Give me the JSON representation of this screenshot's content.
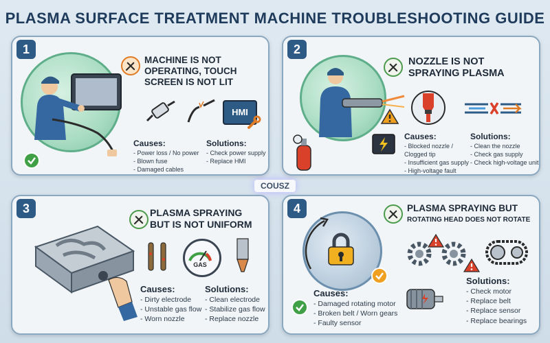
{
  "title": "PLASMA SURFACE TREATMENT MACHINE TROUBLESHOOTING GUIDE",
  "brand": "COUSZ",
  "cards": [
    {
      "number": "1",
      "heading_lines": [
        "MACHINE IS NOT",
        "OPERATING, TOUCH",
        "SCREEN IS NOT LIT"
      ],
      "causes_label": "Causes:",
      "causes": [
        "Power loss / No power",
        "Blown fuse",
        "Damaged cables"
      ],
      "solutions_label": "Solutions:",
      "solutions": [
        "Check power supply",
        "Replace HMI"
      ],
      "hmi_label": "HMI",
      "icons": [
        "wrench-screwdriver-icon",
        "fuse-icon",
        "broken-cable-icon",
        "hmi-panel-icon",
        "check-icon"
      ]
    },
    {
      "number": "2",
      "heading_lines": [
        "NOZZLE IS NOT",
        "SPRAYING PLASMA"
      ],
      "causes_label": "Causes:",
      "causes": [
        "Blocked nozzle / Clogged tip",
        "Insufficient gas supply",
        "High-voltage fault"
      ],
      "solutions_label": "Solutions:",
      "solutions": [
        "Clean the nozzle",
        "Check gas supply",
        "Check high-voltage unit"
      ],
      "icons": [
        "wrench-screwdriver-icon",
        "blocked-nozzle-icon",
        "flow-blocked-icon",
        "warning-icon",
        "gas-cylinder-icon",
        "high-voltage-icon"
      ]
    },
    {
      "number": "3",
      "heading_lines": [
        "PLASMA SPRAYING",
        "BUT IS NOT UNIFORM"
      ],
      "causes_label": "Causes:",
      "causes": [
        "Dirty electrode",
        "Unstable gas flow",
        "Worn nozzle"
      ],
      "solutions_label": "Solutions:",
      "solutions": [
        "Clean electrode",
        "Stabilize gas flow",
        "Replace nozzle"
      ],
      "gauge_label": "GAS",
      "icons": [
        "wrench-screwdriver-icon",
        "electrode-icon",
        "gas-gauge-icon",
        "worn-nozzle-icon"
      ]
    },
    {
      "number": "4",
      "heading_lines": [
        "PLASMA SPRAYING BUT",
        "ROTATING HEAD DOES NOT ROTATE"
      ],
      "causes_label": "Causes:",
      "causes": [
        "Damaged rotating motor",
        "Broken belt / Worn gears",
        "Faulty sensor"
      ],
      "solutions_label": "Solutions:",
      "solutions": [
        "Check motor",
        "Replace belt",
        "Replace sensor",
        "Replace bearings"
      ],
      "icons": [
        "wrench-screwdriver-icon",
        "lock-icon",
        "gear-icon",
        "belt-icon",
        "motor-icon",
        "warning-icon",
        "check-icon"
      ]
    }
  ],
  "colors": {
    "title": "#1f3b5c",
    "badge": "#2e5a86",
    "card_border": "#8aa8c0",
    "accent_green": "#3fa046",
    "warning_red": "#d9412b",
    "warning_orange": "#f0a020"
  }
}
